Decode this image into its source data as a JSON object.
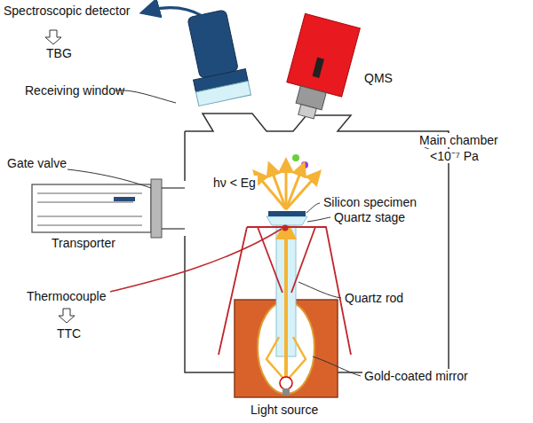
{
  "diagram": {
    "labels": [
      "Spectroscopic detector",
      "TBG",
      "Receiving window",
      "QMS",
      "Main chamber",
      "<10⁻⁷ Pa",
      "hν < Eg",
      "Gate valve",
      "Transporter",
      "Silicon specimen",
      "Quartz stage",
      "Thermocouple",
      "TTC",
      "Quartz rod",
      "Gold-coated mirror",
      "Light source"
    ]
  }
}
